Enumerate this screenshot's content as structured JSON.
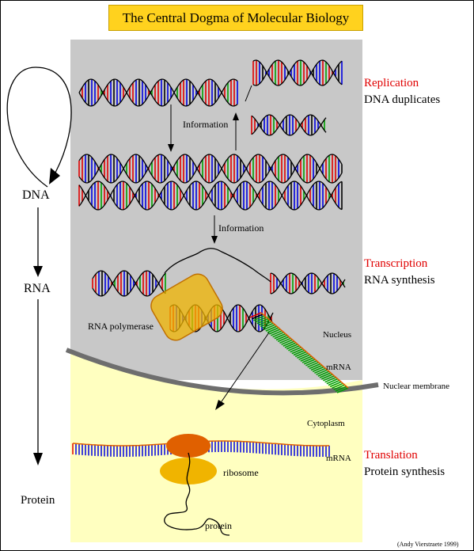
{
  "title": "The Central Dogma of Molecular Biology",
  "left_flow": {
    "dna": "DNA",
    "rna": "RNA",
    "protein": "Protein"
  },
  "replication": {
    "heading": "Replication",
    "desc": "DNA duplicates"
  },
  "transcription": {
    "heading": "Transcription",
    "desc": "RNA synthesis"
  },
  "translation": {
    "heading": "Translation",
    "desc": "Protein synthesis"
  },
  "labels": {
    "information_1": "Information",
    "information_2": "Information",
    "rna_polymerase": "RNA polymerase",
    "nucleus": "Nucleus",
    "mrna_nucleus": "mRNA",
    "nuclear_membrane": "Nuclear membrane",
    "cytoplasm": "Cytoplasm",
    "mrna_cytoplasm": "mRNA",
    "ribosome": "ribosome",
    "protein": "protein"
  },
  "credit": "(Andy Vierstraete 1999)",
  "colors": {
    "nucleus_bg": "#c8c8c8",
    "cytoplasm_bg": "#ffffc0",
    "title_bg": "#ffd21e",
    "heading_red": "#e00000",
    "membrane": "#6e6e6e",
    "polymerase": "#f0b400",
    "ribosome_small": "#f0b400",
    "ribosome_large": "#e06000",
    "base_red": "#e00000",
    "base_green": "#00a000",
    "base_blue": "#0000e0",
    "base_black": "#000000"
  }
}
